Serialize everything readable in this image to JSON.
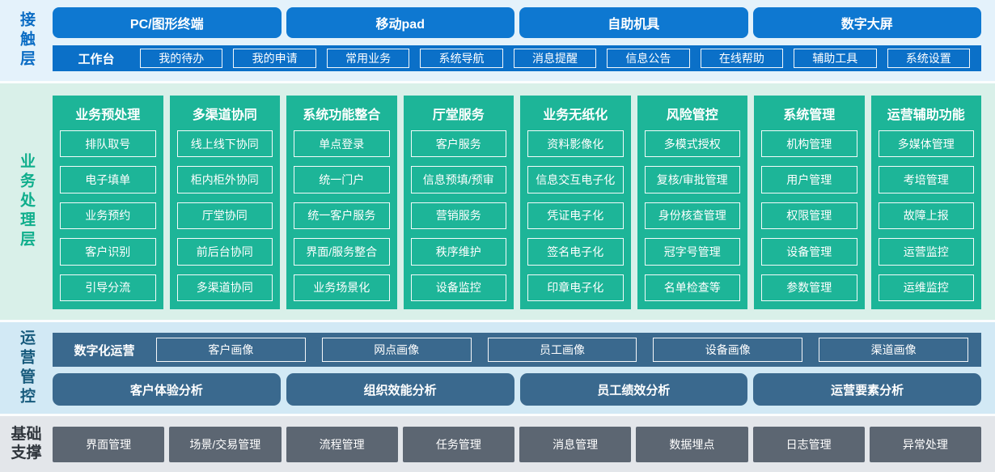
{
  "colors": {
    "blue": "#0e78d1",
    "blue-bar": "#0b70c8",
    "contact-bg": "#e4f2fb",
    "contact-label": "#0a6cc4",
    "teal": "#1db598",
    "teal-label": "#0fae8c",
    "business-bg": "#d9f0e9",
    "navy": "#3a698e",
    "ops-label": "#175a7c",
    "ops-bg": "#d2e9f5",
    "gray": "#5c6672",
    "foundation-label": "#2f353c",
    "foundation-bg": "#e3e6ea"
  },
  "contact": {
    "label": "接触层",
    "terminals": [
      "PC/图形终端",
      "移动pad",
      "自助机具",
      "数字大屏"
    ],
    "workbench": {
      "label": "工作台",
      "items": [
        "我的待办",
        "我的申请",
        "常用业务",
        "系统导航",
        "消息提醒",
        "信息公告",
        "在线帮助",
        "辅助工具",
        "系统设置"
      ]
    }
  },
  "business": {
    "label": "业务处理层",
    "columns": [
      {
        "title": "业务预处理",
        "items": [
          "排队取号",
          "电子填单",
          "业务预约",
          "客户识别",
          "引导分流"
        ]
      },
      {
        "title": "多渠道协同",
        "items": [
          "线上线下协同",
          "柜内柜外协同",
          "厅堂协同",
          "前后台协同",
          "多渠道协同"
        ]
      },
      {
        "title": "系统功能整合",
        "items": [
          "单点登录",
          "统一门户",
          "统一客户服务",
          "界面/服务整合",
          "业务场景化"
        ]
      },
      {
        "title": "厅堂服务",
        "items": [
          "客户服务",
          "信息预填/预审",
          "营销服务",
          "秩序维护",
          "设备监控"
        ]
      },
      {
        "title": "业务无纸化",
        "items": [
          "资料影像化",
          "信息交互电子化",
          "凭证电子化",
          "签名电子化",
          "印章电子化"
        ]
      },
      {
        "title": "风险管控",
        "items": [
          "多模式授权",
          "复核/审批管理",
          "身份核查管理",
          "冠字号管理",
          "名单检查等"
        ]
      },
      {
        "title": "系统管理",
        "items": [
          "机构管理",
          "用户管理",
          "权限管理",
          "设备管理",
          "参数管理"
        ]
      },
      {
        "title": "运营辅助功能",
        "items": [
          "多媒体管理",
          "考培管理",
          "故障上报",
          "运营监控",
          "运维监控"
        ]
      }
    ]
  },
  "operations": {
    "label": "运营管控",
    "digital": {
      "label": "数字化运营",
      "items": [
        "客户画像",
        "网点画像",
        "员工画像",
        "设备画像",
        "渠道画像"
      ]
    },
    "analysis": [
      "客户体验分析",
      "组织效能分析",
      "员工绩效分析",
      "运营要素分析"
    ]
  },
  "foundation": {
    "label_lines": [
      "基础",
      "支撑"
    ],
    "items": [
      "界面管理",
      "场景/交易管理",
      "流程管理",
      "任务管理",
      "消息管理",
      "数据埋点",
      "日志管理",
      "异常处理"
    ]
  }
}
